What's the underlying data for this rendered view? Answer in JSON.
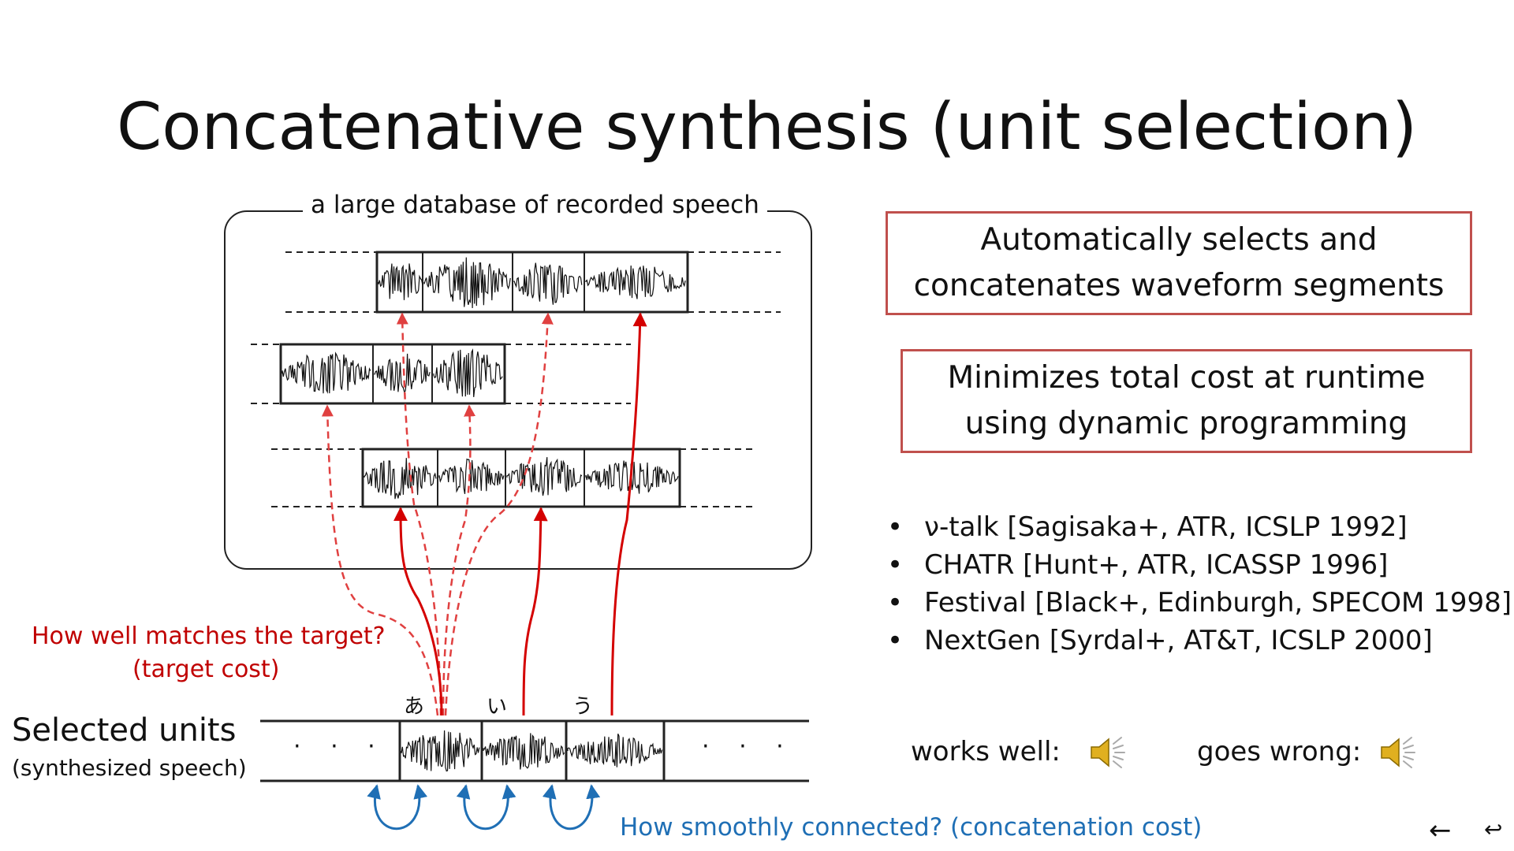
{
  "title": "Concatenative synthesis (unit selection)",
  "diagram": {
    "database_label": "a large database of recorded speech",
    "target_cost_question": "How well matches the target?",
    "target_cost_label": "(target cost)",
    "selected_units_title": "Selected units",
    "selected_units_subtitle": "(synthesized speech)",
    "concat_cost_label": "How smoothly connected? (concatenation cost)",
    "kana": [
      "あ",
      "い",
      "う"
    ],
    "ellipsis": "· · ·"
  },
  "boxes": [
    "Automatically selects and concatenates waveform segments",
    "Minimizes total cost at runtime using dynamic programming"
  ],
  "references": [
    "ν-talk [Sagisaka+, ATR, ICSLP 1992]",
    "CHATR [Hunt+, ATR, ICASSP 1996]",
    "Festival [Black+, Edinburgh, SPECOM 1998]",
    "NextGen [Syrdal+, AT&T, ICSLP 2000]"
  ],
  "audio": {
    "works_label": "works well:",
    "wrong_label": "goes wrong:",
    "works_icon": "speaker-icon",
    "wrong_icon": "speaker-icon"
  },
  "nav": {
    "back_icon": "arrow-left-icon",
    "return_icon": "return-icon"
  },
  "colors": {
    "target": "#c00000",
    "target_dashed": "#e04040",
    "concat": "#1f6fb5",
    "box_border": "#c0504d"
  }
}
